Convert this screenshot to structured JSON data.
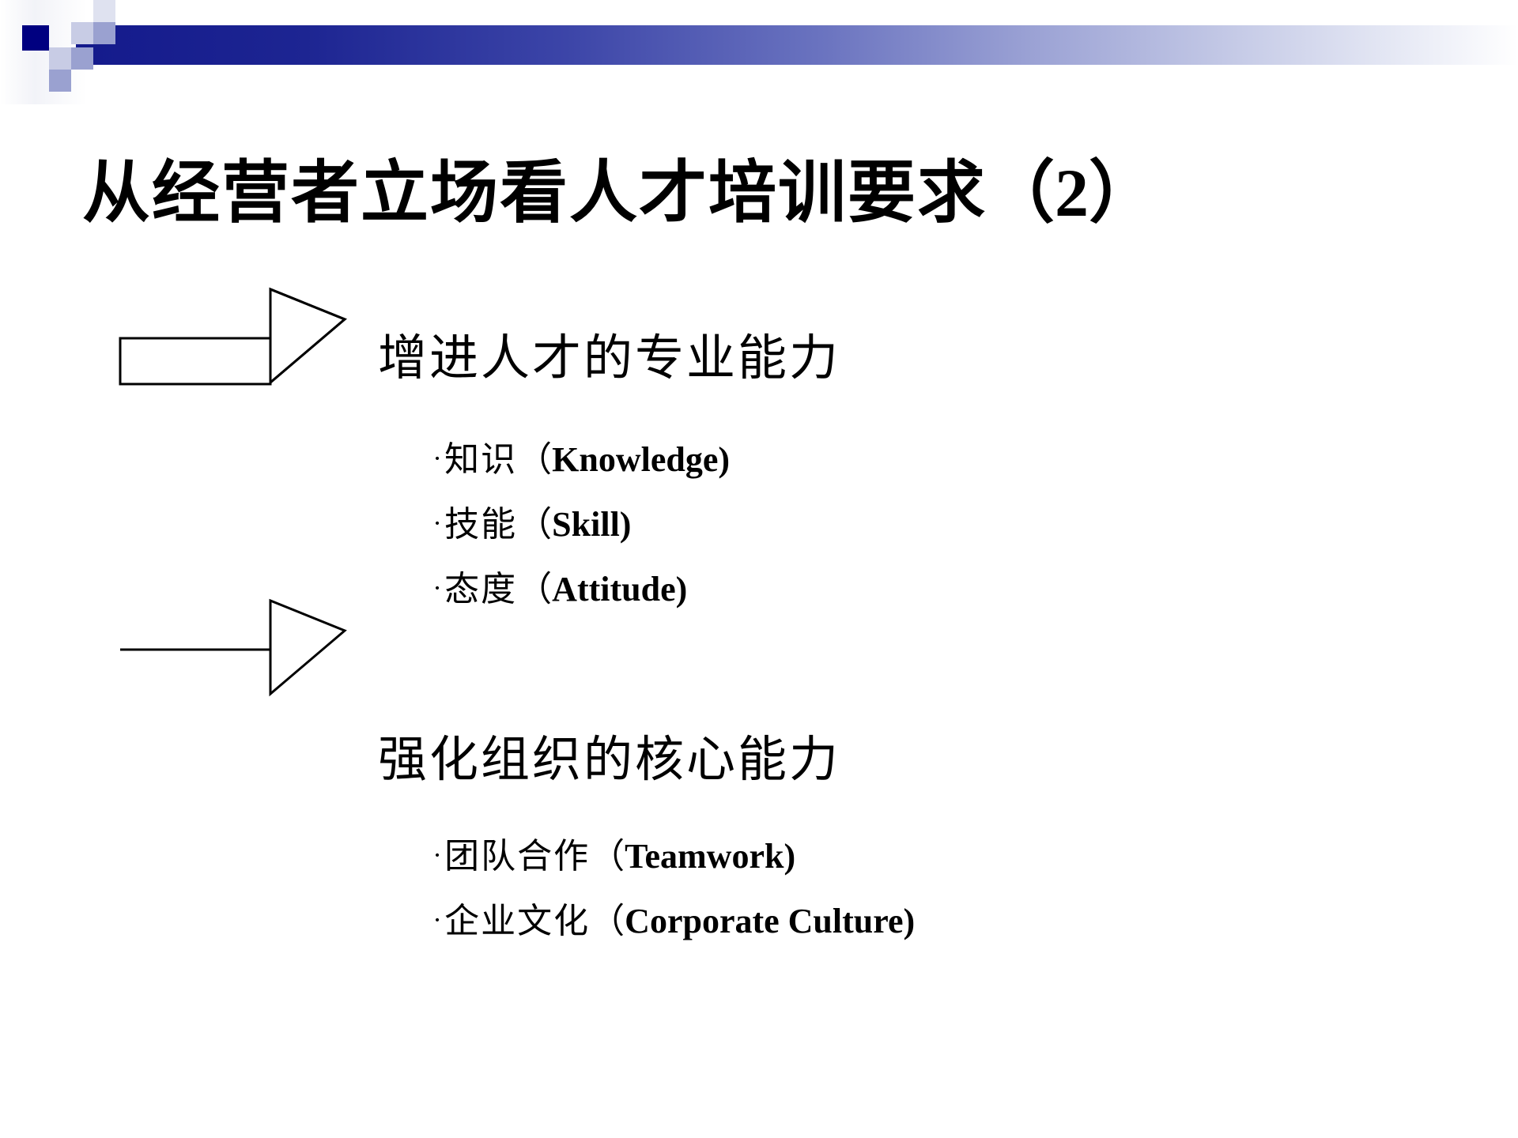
{
  "slide": {
    "title_cjk": "从经营者立场看人才培训要求",
    "title_suffix": "（2）",
    "background_color": "#ffffff",
    "accent_color": "#000080"
  },
  "header": {
    "band_start_color": "#141a8c",
    "band_end_color": "#ffffff",
    "squares": [
      {
        "name": "dark-navy",
        "color": "#000080"
      },
      {
        "name": "mid-periwinkle",
        "color": "#9aa1d0"
      },
      {
        "name": "light-lavender",
        "color": "#c8cce5"
      },
      {
        "name": "pale-lavender",
        "color": "#dfe2f0"
      }
    ]
  },
  "sections": [
    {
      "arrow_name": "block-arrow-right-1",
      "heading": "增进人才的专业能力",
      "bullets": [
        {
          "dot": "·",
          "cjk": "知识",
          "lparen": "（",
          "en": "Knowledge",
          "rparen": ")"
        },
        {
          "dot": "·",
          "cjk": "技能",
          "lparen": "（",
          "en": "Skill",
          "rparen": ")"
        },
        {
          "dot": "·",
          "cjk": "态度",
          "lparen": "（",
          "en": "Attitude",
          "rparen": ")"
        }
      ]
    },
    {
      "arrow_name": "block-arrow-right-2",
      "heading": "强化组织的核心能力",
      "bullets": [
        {
          "dot": "·",
          "cjk": "团队合作",
          "lparen": "（",
          "en": "Teamwork",
          "rparen": ")"
        },
        {
          "dot": "·",
          "cjk": "企业文化",
          "lparen": "（",
          "en": "Corporate Culture",
          "rparen": ")"
        }
      ]
    }
  ]
}
